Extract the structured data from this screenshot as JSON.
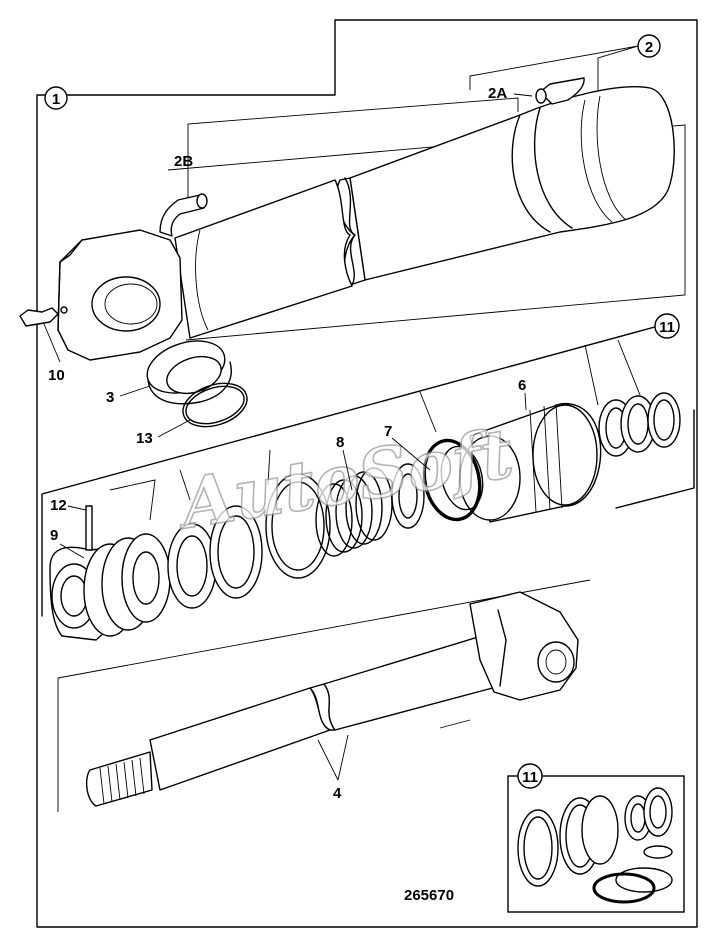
{
  "diagram": {
    "callouts": {
      "c1": "1",
      "c2": "2",
      "c2a": "2A",
      "c2b": "2B",
      "c3": "3",
      "c4": "4",
      "c6": "6",
      "c7": "7",
      "c8": "8",
      "c9": "9",
      "c10": "10",
      "c11": "11",
      "c11_inset": "11",
      "c12": "12",
      "c13": "13"
    },
    "drawing_number": "265670",
    "watermark": "AutoSoft"
  }
}
